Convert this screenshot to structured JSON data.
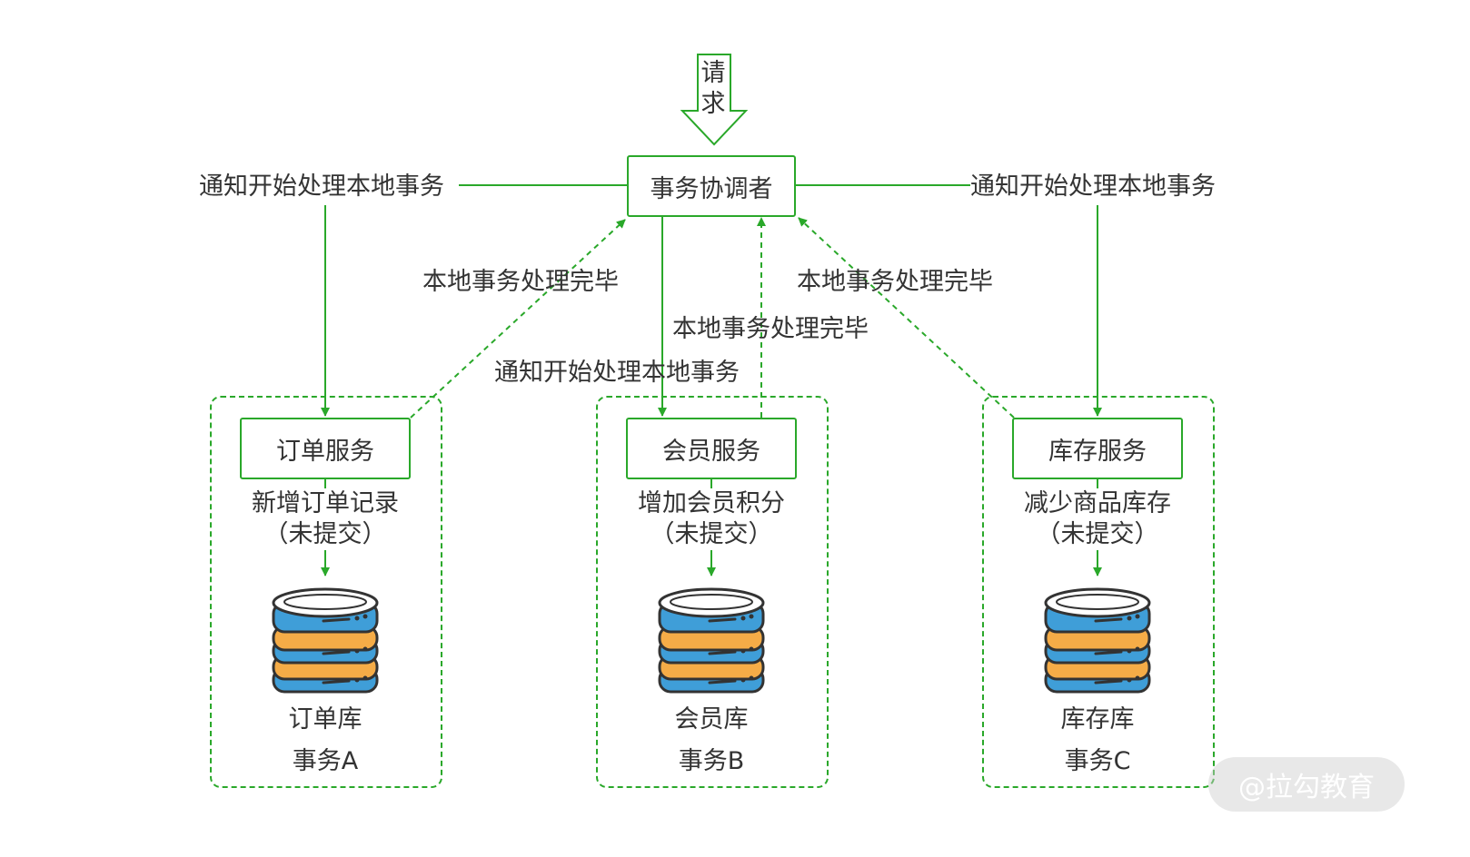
{
  "request": {
    "char1": "请",
    "char2": "求"
  },
  "coordinator": {
    "label": "事务协调者"
  },
  "notify_left": "通知开始处理本地事务",
  "notify_right": "通知开始处理本地事务",
  "notify_center": "通知开始处理本地事务",
  "done_left": "本地事务处理完毕",
  "done_center": "本地事务处理完毕",
  "done_right": "本地事务处理完毕",
  "services": [
    {
      "label": "订单服务",
      "action_line1": "新增订单记录",
      "action_line2": "（未提交）",
      "db_label": "订单库",
      "tx_label": "事务A"
    },
    {
      "label": "会员服务",
      "action_line1": "增加会员积分",
      "action_line2": "（未提交）",
      "db_label": "会员库",
      "tx_label": "事务B"
    },
    {
      "label": "库存服务",
      "action_line1": "减少商品库存",
      "action_line2": "（未提交）",
      "db_label": "库存库",
      "tx_label": "事务C"
    }
  ],
  "watermark": "@拉勾教育",
  "colors": {
    "line": "#2aa82a",
    "db_blue": "#3f9ed8",
    "db_orange": "#f5ac47",
    "db_outline": "#333333",
    "text": "#333333"
  },
  "icons": {
    "request": "down-arrow-icon",
    "database": "database-icon"
  }
}
